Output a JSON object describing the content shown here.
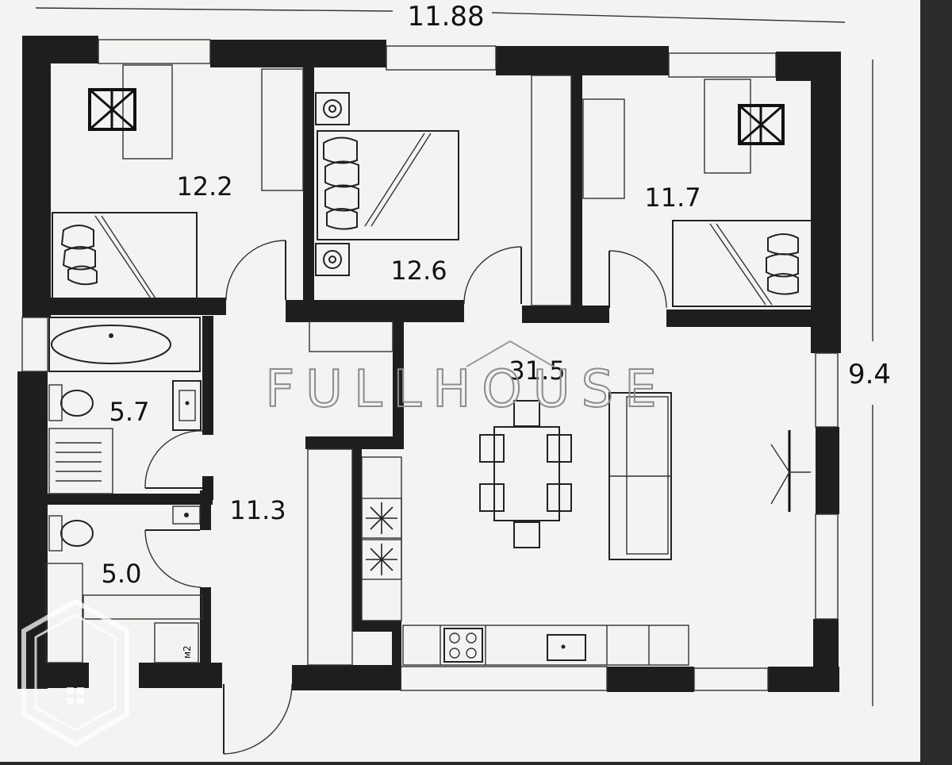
{
  "dimensions": {
    "width": "11.88",
    "height": "9.4"
  },
  "rooms": {
    "bedroom_left": "12.2",
    "bedroom_middle": "12.6",
    "bedroom_right": "11.7",
    "bathroom": "5.7",
    "wc": "5.0",
    "hallway": "11.3",
    "living_kitchen": "31.5"
  },
  "watermark": "FULLHOUSE",
  "small_mark": "м2",
  "colors": {
    "paper": "#f3f3f1",
    "wall": "#1e1e1e",
    "background": "#2a2a2a"
  }
}
